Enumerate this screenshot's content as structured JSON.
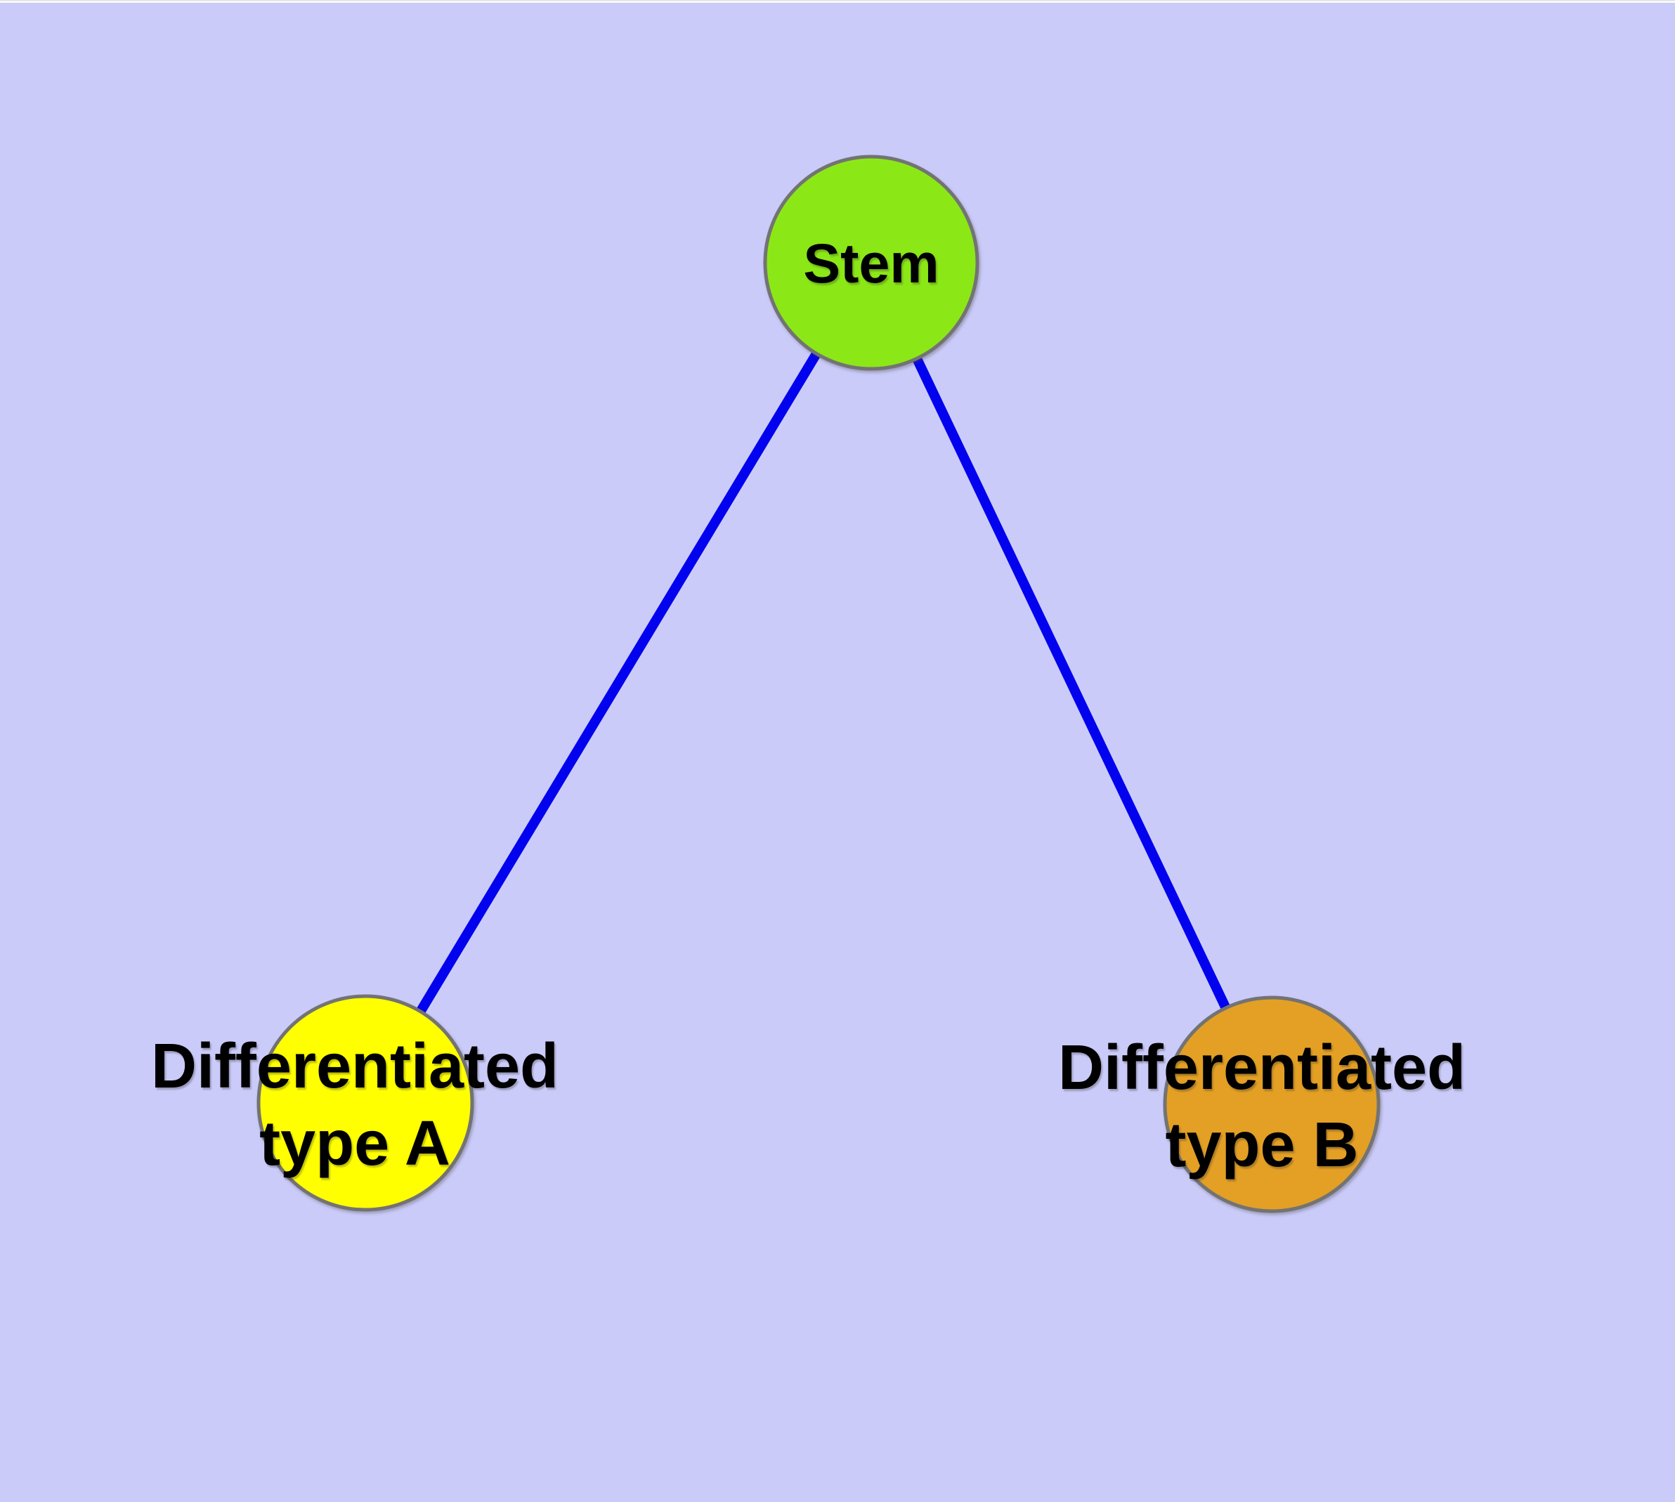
{
  "diagram": {
    "background_color": "#CBCBFA",
    "edge_color": "#0202EE",
    "node_border_color": "#737373",
    "text_color": "#000000",
    "nodes": {
      "stem": {
        "label": "Stem",
        "fill": "#8BE816"
      },
      "type_a": {
        "label": "Differentiated type A",
        "label_line1": "Differentiated",
        "label_line2": "type A",
        "fill": "#FFFF00"
      },
      "type_b": {
        "label": "Differentiated type B",
        "label_line1": "Differentiated",
        "label_line2": "type B",
        "fill": "#E4A024"
      }
    },
    "edges": [
      {
        "from": "Stem",
        "to": "Differentiated type A"
      },
      {
        "from": "Stem",
        "to": "Differentiated type B"
      }
    ]
  }
}
